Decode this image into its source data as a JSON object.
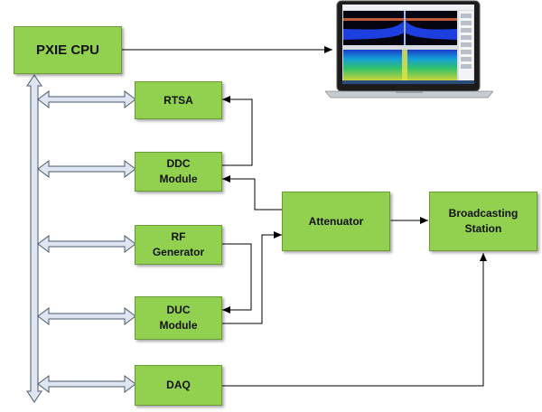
{
  "blocks": {
    "cpu": "PXIE CPU",
    "rtsa": "RTSA",
    "ddc": "DDC\nModule",
    "rfgen": "RF\nGenerator",
    "duc": "DUC\nModule",
    "daq": "DAQ",
    "attenuator": "Attenuator",
    "station": "Broadcasting\nStation"
  },
  "colors": {
    "block_fill": "#92d050",
    "block_border": "#6b9a36",
    "bus_fill": "#dde6f1",
    "bus_stroke": "#4a5a6c",
    "line": "#000000"
  },
  "laptop_icon": "laptop-spectrum-display"
}
